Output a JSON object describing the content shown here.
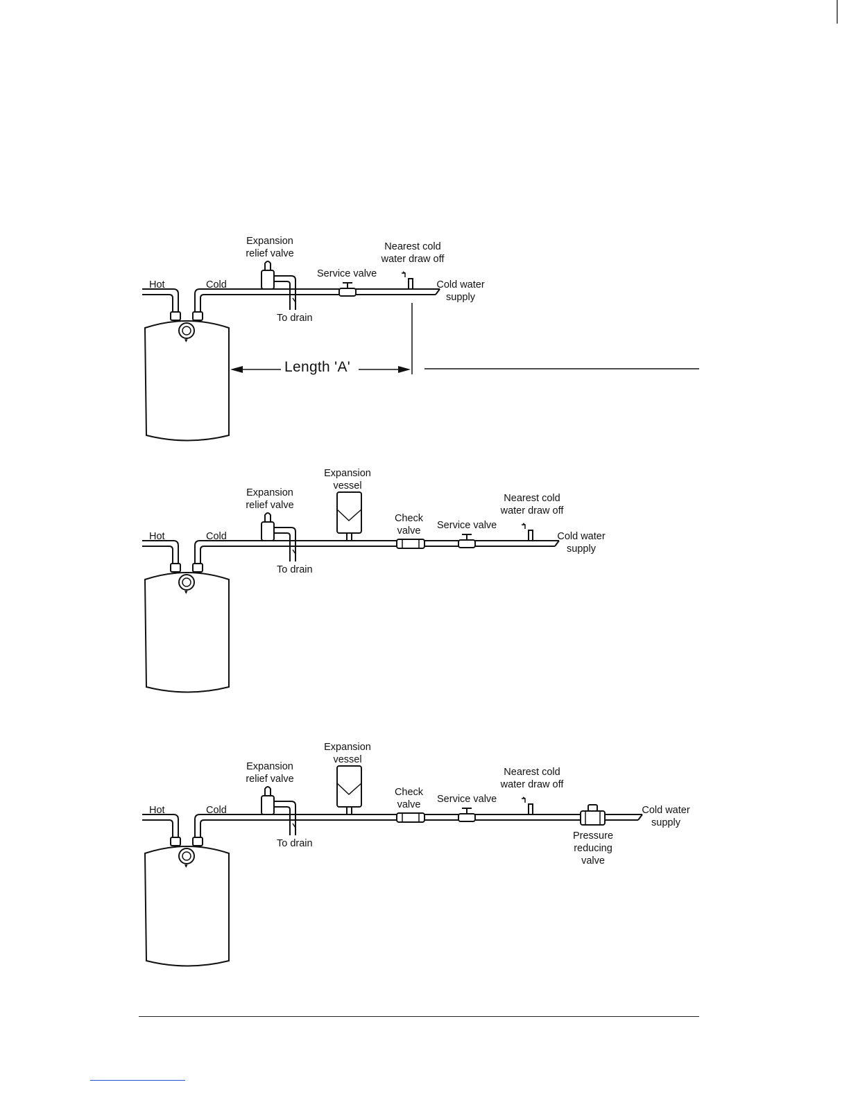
{
  "diagrams": [
    {
      "labels": {
        "hot": "Hot",
        "cold": "Cold",
        "expansion_relief_valve": "Expansion\nrelief valve",
        "to_drain": "To drain",
        "service_valve": "Service valve",
        "nearest_cold_draw_off": "Nearest cold\nwater draw off",
        "cold_water_supply": "Cold water\nsupply",
        "length_a": "Length 'A'"
      }
    },
    {
      "labels": {
        "hot": "Hot",
        "cold": "Cold",
        "expansion_relief_valve": "Expansion\nrelief valve",
        "to_drain": "To drain",
        "expansion_vessel": "Expansion\nvessel",
        "check_valve": "Check\nvalve",
        "service_valve": "Service valve",
        "nearest_cold_draw_off": "Nearest cold\nwater draw off",
        "cold_water_supply": "Cold water\nsupply"
      }
    },
    {
      "labels": {
        "hot": "Hot",
        "cold": "Cold",
        "expansion_relief_valve": "Expansion\nrelief valve",
        "to_drain": "To drain",
        "expansion_vessel": "Expansion\nvessel",
        "check_valve": "Check\nvalve",
        "service_valve": "Service valve",
        "nearest_cold_draw_off": "Nearest cold\nwater draw off",
        "pressure_reducing_valve": "Pressure\nreducing\nvalve",
        "cold_water_supply": "Cold water\nsupply"
      }
    }
  ]
}
